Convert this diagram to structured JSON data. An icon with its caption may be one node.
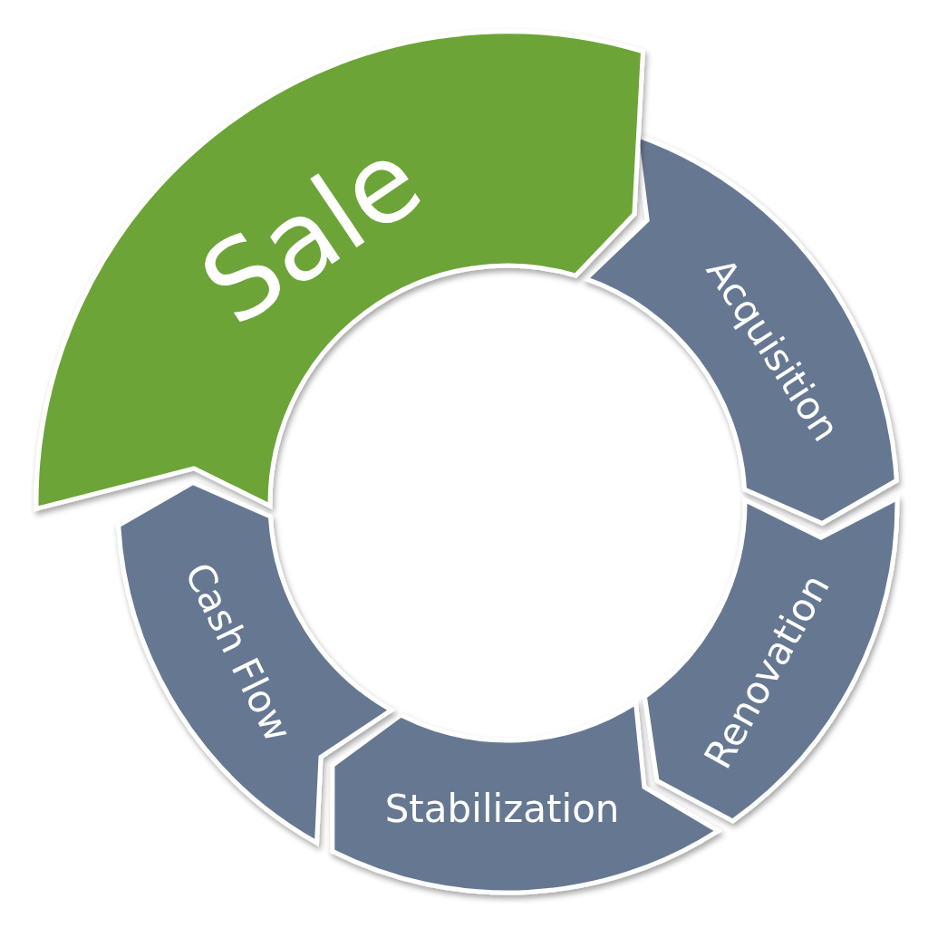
{
  "diagram": {
    "nodes": [
      {
        "text": [
          "Sale"
        ]
      },
      {
        "text": [
          "Acquisition"
        ]
      },
      {
        "text": [
          "Renovation"
        ]
      },
      {
        "text": [
          "Stabilization"
        ]
      },
      {
        "text": [
          "Cash Flow"
        ]
      }
    ]
  }
}
